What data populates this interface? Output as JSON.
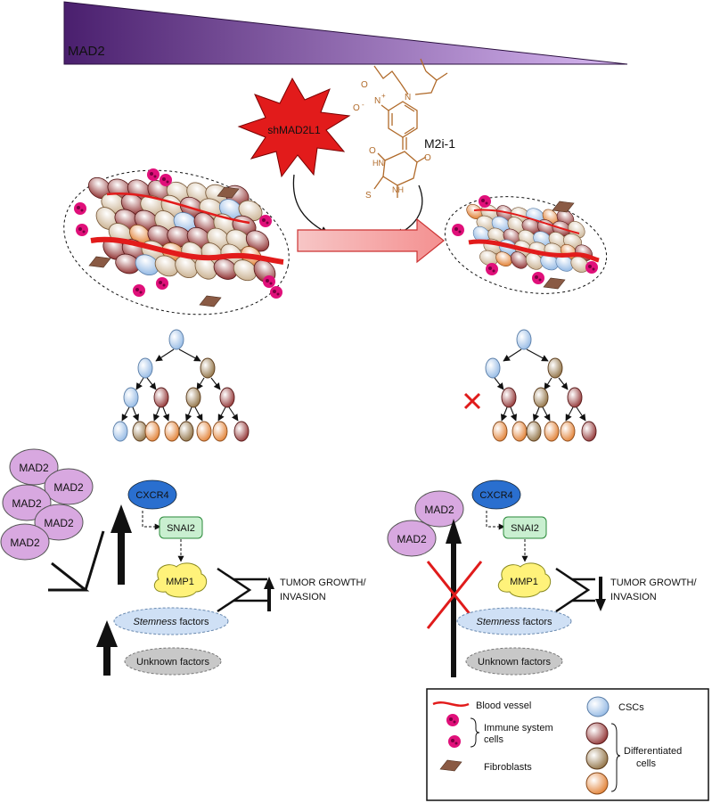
{
  "gradient_bar": {
    "label": "MAD2",
    "start_color": "#4a1f6e",
    "end_color": "#d8b8f2"
  },
  "treatments": {
    "shrna": "shMAD2L1",
    "compound": "M2i-1",
    "chem_atoms": {
      "nitro_n": "N",
      "nitro_o": "O",
      "nitro_plus": "+",
      "nitro_minus": "-",
      "amine_n": "N",
      "nh_top": "HN",
      "nh_bottom": "NH",
      "o_top": "O",
      "o_bottom": "O",
      "sulfur": "S"
    }
  },
  "left_panel": {
    "mad2_bubbles": [
      "MAD2",
      "MAD2",
      "MAD2",
      "MAD2",
      "MAD2"
    ],
    "cxcr4": "CXCR4",
    "snai2": "SNAI2",
    "mmp1": "MMP1",
    "stemness_italic": "Stemness",
    "stemness_rest": " factors",
    "unknown": "Unknown factors",
    "outcome_line1": "TUMOR GROWTH/",
    "outcome_line2": "INVASION"
  },
  "right_panel": {
    "mad2_bubbles": [
      "MAD2",
      "MAD2"
    ],
    "cxcr4": "CXCR4",
    "snai2": "SNAI2",
    "mmp1": "MMP1",
    "stemness_italic": "Stemness",
    "stemness_rest": " factors",
    "unknown": "Unknown factors",
    "outcome_line1": "TUMOR GROWTH/",
    "outcome_line2": "INVASION"
  },
  "legend": {
    "blood_vessel": "Blood vessel",
    "immune_line1": "Immune system",
    "immune_line2": "cells",
    "fibroblasts": "Fibroblasts",
    "cscs": "CSCs",
    "diff_line1": "Differentiated",
    "diff_line2": "cells"
  },
  "colors": {
    "mad2_fill": "#d8a8e0",
    "cxcr4": "#2a6fcf",
    "snai2": "#c9efd0",
    "mmp1": "#fff27a",
    "stemness": "#cfe0f5",
    "unknown": "#c8c8c8",
    "vessel": "#e21b1b",
    "immune": "#e0107a",
    "fibroblast": "#8a5a44",
    "csc": "#bcd6f2",
    "diff_red": "#8c2a2a",
    "diff_brown": "#8a6a3a",
    "diff_orange": "#e07a2a",
    "cross": "#e01b1b",
    "chem": "#b06a2a"
  }
}
